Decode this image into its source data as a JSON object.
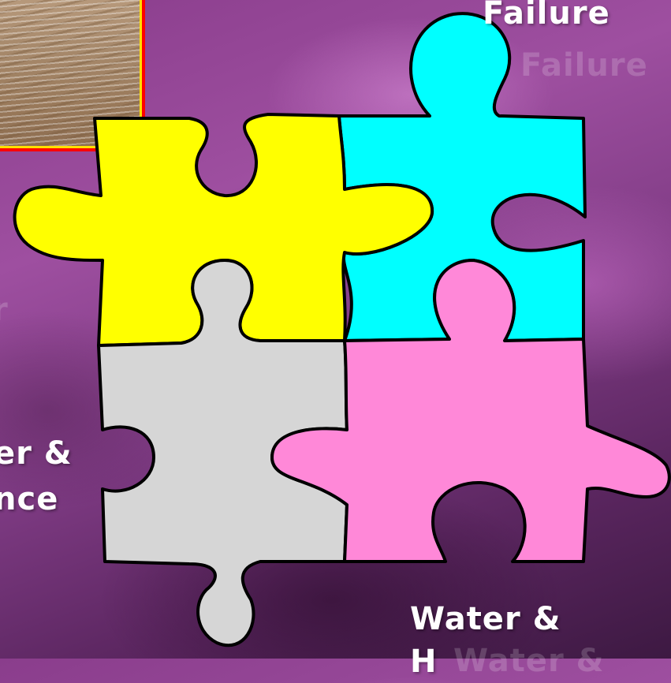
{
  "labels": {
    "top_right": "Failure",
    "left_line1": "er &",
    "left_line2": "nce",
    "bottom_right_line1": "Water &",
    "bottom_right_line2": "H"
  },
  "colors": {
    "yellow_piece": "#ffff00",
    "cyan_piece": "#00ffff",
    "gray_piece": "#d6d6d6",
    "pink_piece": "#ff88d8",
    "outline": "#000000",
    "photo_border": "#ff0000",
    "photo_inner_border": "#ffe000"
  }
}
